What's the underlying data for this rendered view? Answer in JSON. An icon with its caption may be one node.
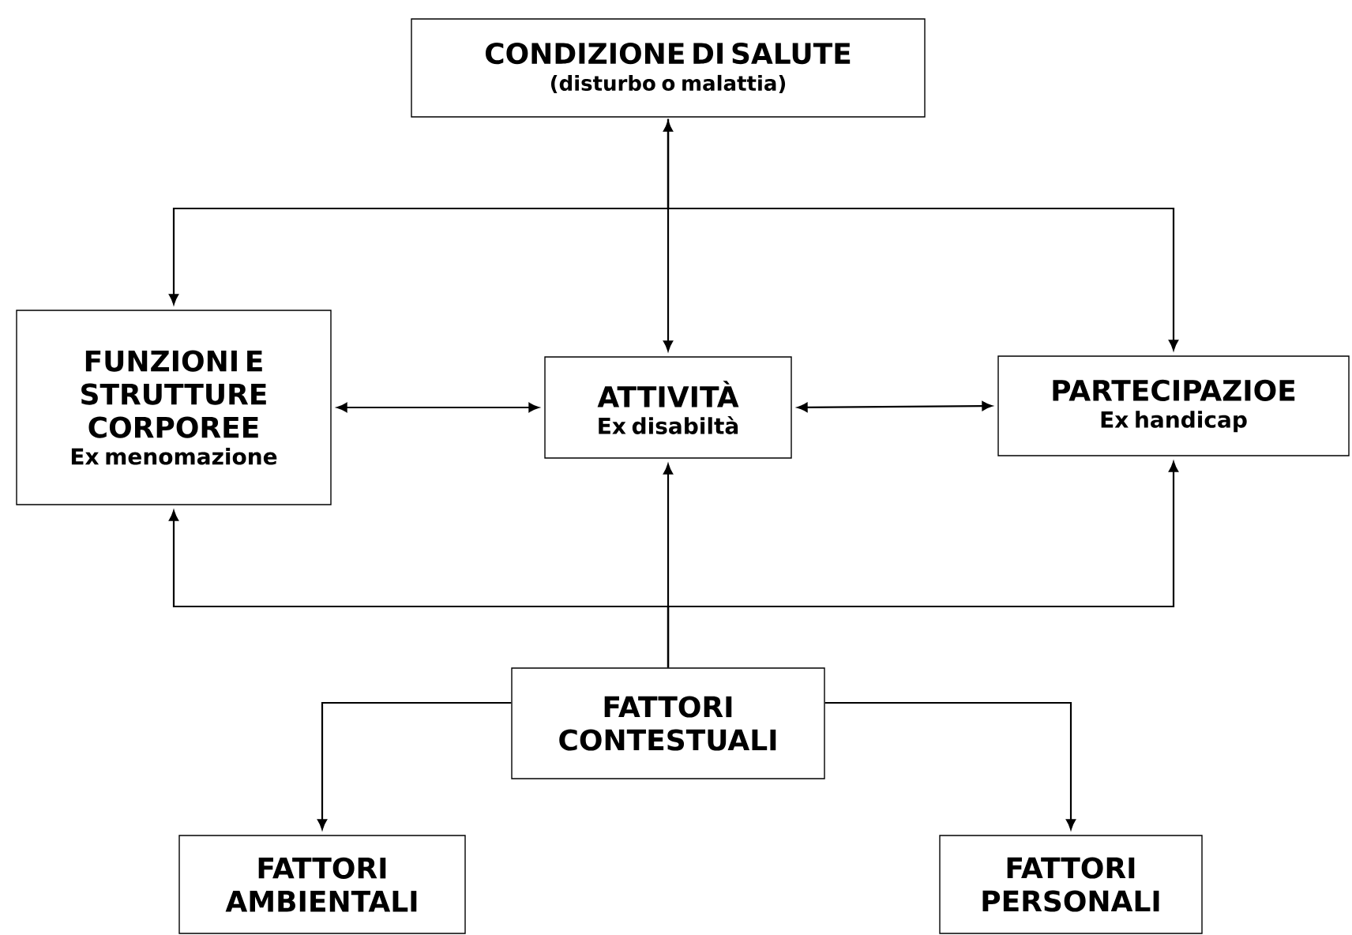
{
  "diagram": {
    "nodes": [
      {
        "text": [
          "CONDIZIONE DI SALUTE",
          "(disturbo o malattia)"
        ]
      },
      {
        "text": [
          "FUNZIONI E STRUTTURE CORPOREE",
          "Ex menomazione"
        ]
      },
      {
        "text": [
          "ATTIVITÀ",
          "Ex disabiltà"
        ]
      },
      {
        "text": [
          "PARTECIPAZIOE",
          "Ex handicap"
        ]
      },
      {
        "text": [
          "FATTORI CONTESTUALI"
        ]
      },
      {
        "text": [
          "FATTORI AMBIENTALI"
        ]
      },
      {
        "text": [
          "FATTORI PERSONALI"
        ]
      }
    ],
    "edges": [
      {
        "from": 0,
        "to": 1,
        "arrow": "to"
      },
      {
        "from": 0,
        "to": 2,
        "arrow": "both"
      },
      {
        "from": 0,
        "to": 3,
        "arrow": "to"
      },
      {
        "from": 1,
        "to": 2,
        "arrow": "both"
      },
      {
        "from": 2,
        "to": 3,
        "arrow": "both"
      },
      {
        "from": 4,
        "to": 1,
        "arrow": "to"
      },
      {
        "from": 4,
        "to": 2,
        "arrow": "to"
      },
      {
        "from": 4,
        "to": 3,
        "arrow": "to"
      },
      {
        "from": 4,
        "to": 5,
        "arrow": "to"
      },
      {
        "from": 4,
        "to": 6,
        "arrow": "to"
      }
    ]
  }
}
